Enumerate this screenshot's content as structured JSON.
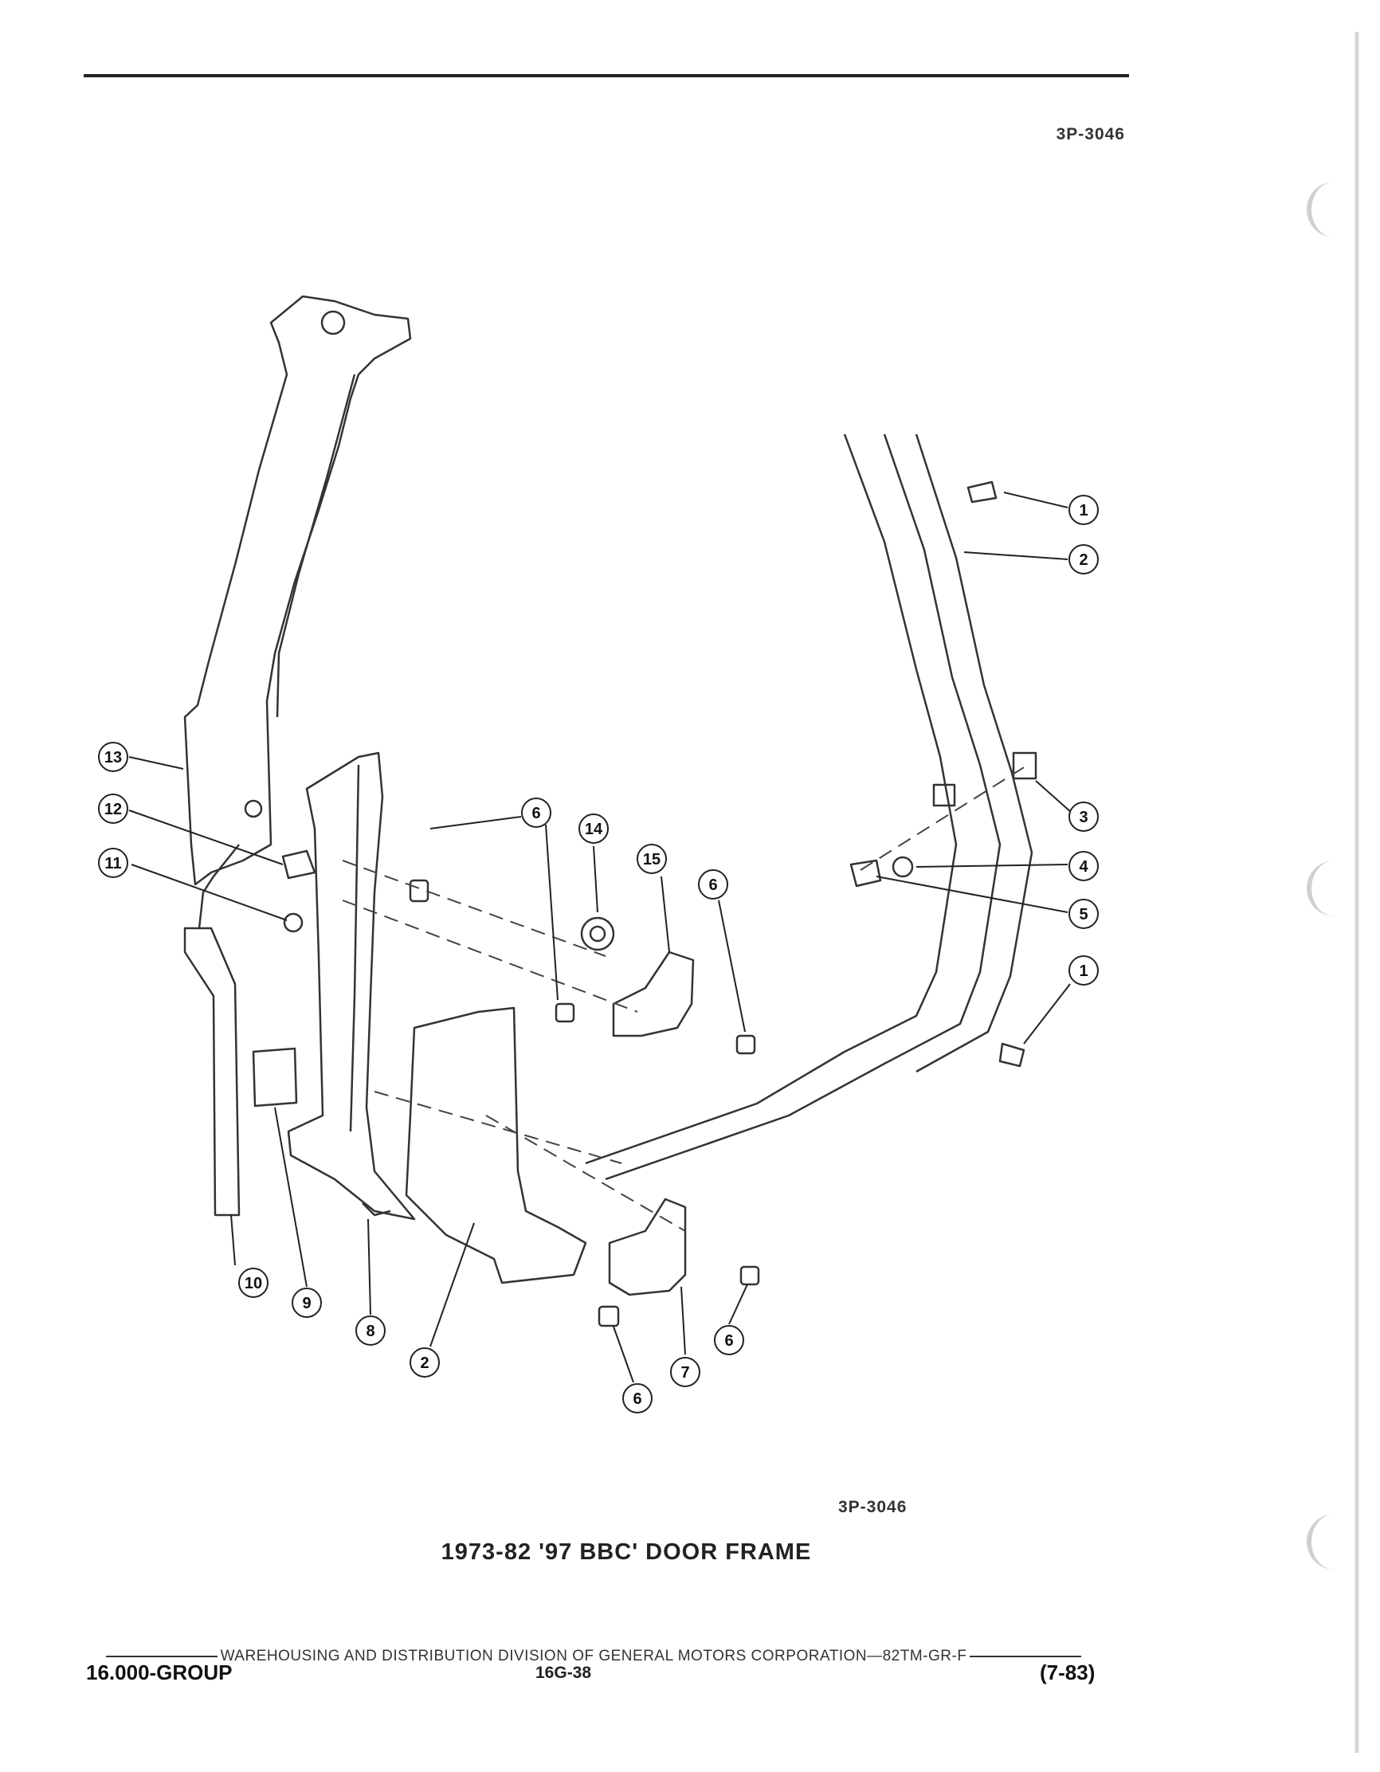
{
  "header": {
    "reference_code": "3P-3046"
  },
  "figure": {
    "reference_code": "3P-3046",
    "caption": "1973-82 '97 BBC' DOOR FRAME",
    "callouts": [
      "1",
      "2",
      "3",
      "4",
      "5",
      "1",
      "6",
      "14",
      "15",
      "6",
      "13",
      "12",
      "11",
      "10",
      "9",
      "8",
      "2",
      "6",
      "7",
      "6"
    ]
  },
  "footer": {
    "division_line": "WAREHOUSING AND DISTRIBUTION DIVISION OF GENERAL MOTORS CORPORATION—82TM-GR-F",
    "section": "16.000-GROUP",
    "page_number": "16G-38",
    "date_code": "(7-83)"
  },
  "colors": {
    "ink": "#222222",
    "paper": "#ffffff"
  }
}
